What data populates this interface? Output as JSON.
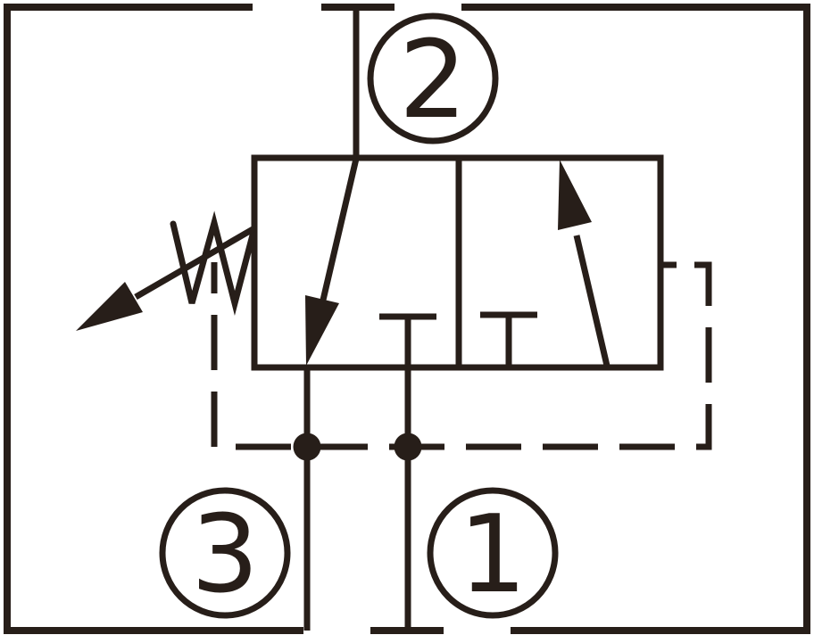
{
  "diagram": {
    "kind": "hydraulic-valve-schematic",
    "description": "3-port, 2-position hydraulic cartridge valve symbol: two-chamber envelope with flow arrows and blocked ports, adjustable spring actuator, dashed pilot line loop, and numbered work ports",
    "colors": {
      "line": "#271e19",
      "background": "#ffffff"
    },
    "ports": [
      {
        "label": "2",
        "position": "top"
      },
      {
        "label": "3",
        "position": "bottom-left"
      },
      {
        "label": "1",
        "position": "bottom-center"
      }
    ]
  }
}
